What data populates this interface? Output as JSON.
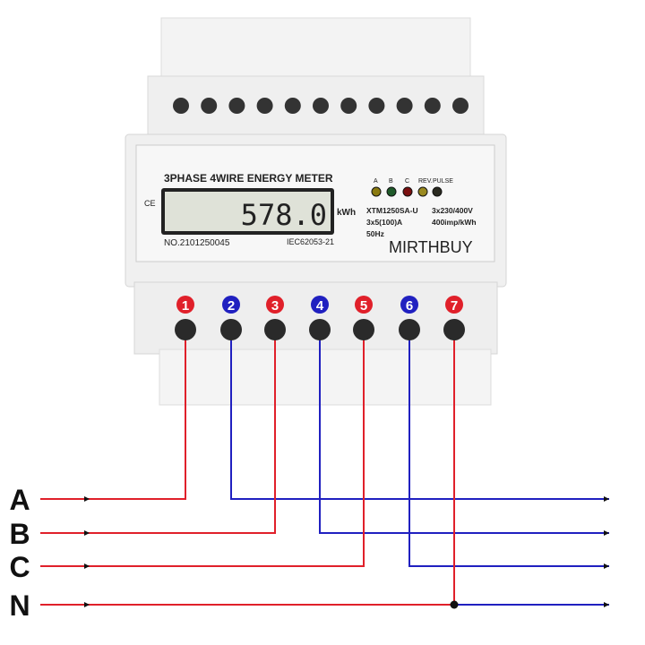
{
  "meter": {
    "title": "3PHASE 4WIRE ENERGY METER",
    "reading": "578.0",
    "unit": "kWh",
    "serial": "NO.2101250045",
    "standard": "IEC62053-21",
    "led_labels": [
      "A",
      "B",
      "C",
      "REV.",
      "PULSE"
    ],
    "led_colors": [
      "#8a7a10",
      "#1f5a2a",
      "#7a1010",
      "#9a8a20",
      "#2a2a20"
    ],
    "model": "XTM1250SA-U",
    "voltage": "3x230/400V",
    "current": "3x5(100)A",
    "constant": "400imp/kWh",
    "frequency": "50Hz",
    "brand": "MIRTHBUY",
    "marks": [
      "CE"
    ]
  },
  "terminals": [
    {
      "number": "1",
      "color": "#e0202a"
    },
    {
      "number": "2",
      "color": "#2020c0"
    },
    {
      "number": "3",
      "color": "#e0202a"
    },
    {
      "number": "4",
      "color": "#2020c0"
    },
    {
      "number": "5",
      "color": "#e0202a"
    },
    {
      "number": "6",
      "color": "#2020c0"
    },
    {
      "number": "7",
      "color": "#e0202a"
    }
  ],
  "lines": [
    "A",
    "B",
    "C",
    "N"
  ],
  "colors": {
    "input": "#e0202a",
    "output": "#2020c0"
  }
}
